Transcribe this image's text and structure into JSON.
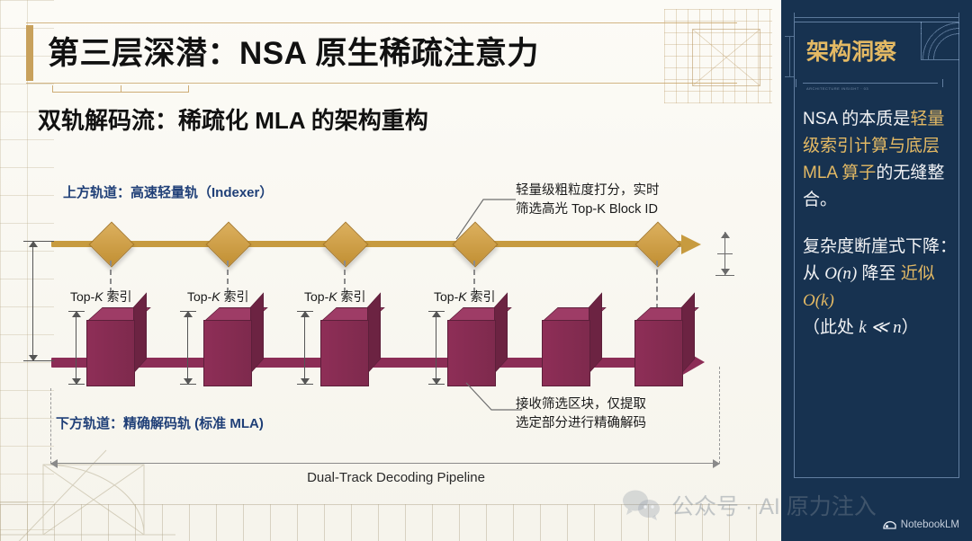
{
  "header": {
    "title": "第三层深潜：NSA 原生稀疏注意力",
    "subtitle": "双轨解码流：稀疏化 MLA 的架构重构"
  },
  "diagram": {
    "upper_track_label": "上方轨道：高速轻量轨（Indexer）",
    "lower_track_label": "下方轨道：精确解码轨 (标准 MLA)",
    "callout_top_line1": "轻量级粗粒度打分，实时",
    "callout_top_line2": "筛选高光 Top-K Block ID",
    "callout_bottom_line1": "接收筛选区块，仅提取",
    "callout_bottom_line2": "选定部分进行精确解码",
    "pipeline_caption": "Dual-Track Decoding Pipeline",
    "topk_labels": [
      "Top-K 索引",
      "Top-K 索引",
      "Top-K 索引",
      "Top-K 索引"
    ],
    "topk_prefix": "Top-",
    "topk_italic": "K",
    "topk_suffix": " 索引",
    "diamond_count": 5,
    "cube_count": 6,
    "colors": {
      "gold_track": "#c79b3f",
      "maroon_track": "#8c2d56",
      "track_label": "#1f3f77",
      "paper": "#f7f5ef"
    }
  },
  "panel": {
    "title": "架构洞察",
    "para1": {
      "a": "NSA 的本质是",
      "b": "轻量级索引计算与底层 MLA 算子",
      "c": "的无缝整合。"
    },
    "para2": {
      "a": "复杂度断崖式下降：从 ",
      "o1": "O(n)",
      "b": " 降至 ",
      "c": "近似 ",
      "o2": "O(k)",
      "d": "（此处 ",
      "k": "k ≪ n",
      "e": "）"
    },
    "colors": {
      "background": "#173250",
      "accent": "#e3b964",
      "frame": "#a0bee1"
    }
  },
  "watermark": {
    "text": "公众号 · AI 原力注入",
    "icon": "wechat-icon",
    "brand": "NotebookLM"
  }
}
